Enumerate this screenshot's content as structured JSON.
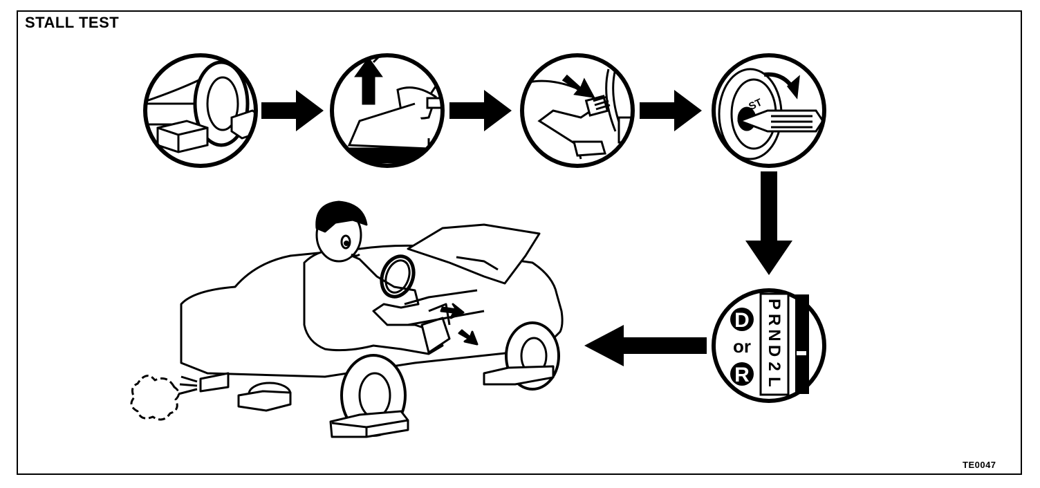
{
  "title": "STALL TEST",
  "figure_code": "TE0047",
  "selector": {
    "gear_marks": [
      "P",
      "R",
      "N",
      "D",
      "2",
      "L"
    ],
    "option_a": "D",
    "connector": "or",
    "option_b": "R"
  },
  "ignition_label": "ST"
}
